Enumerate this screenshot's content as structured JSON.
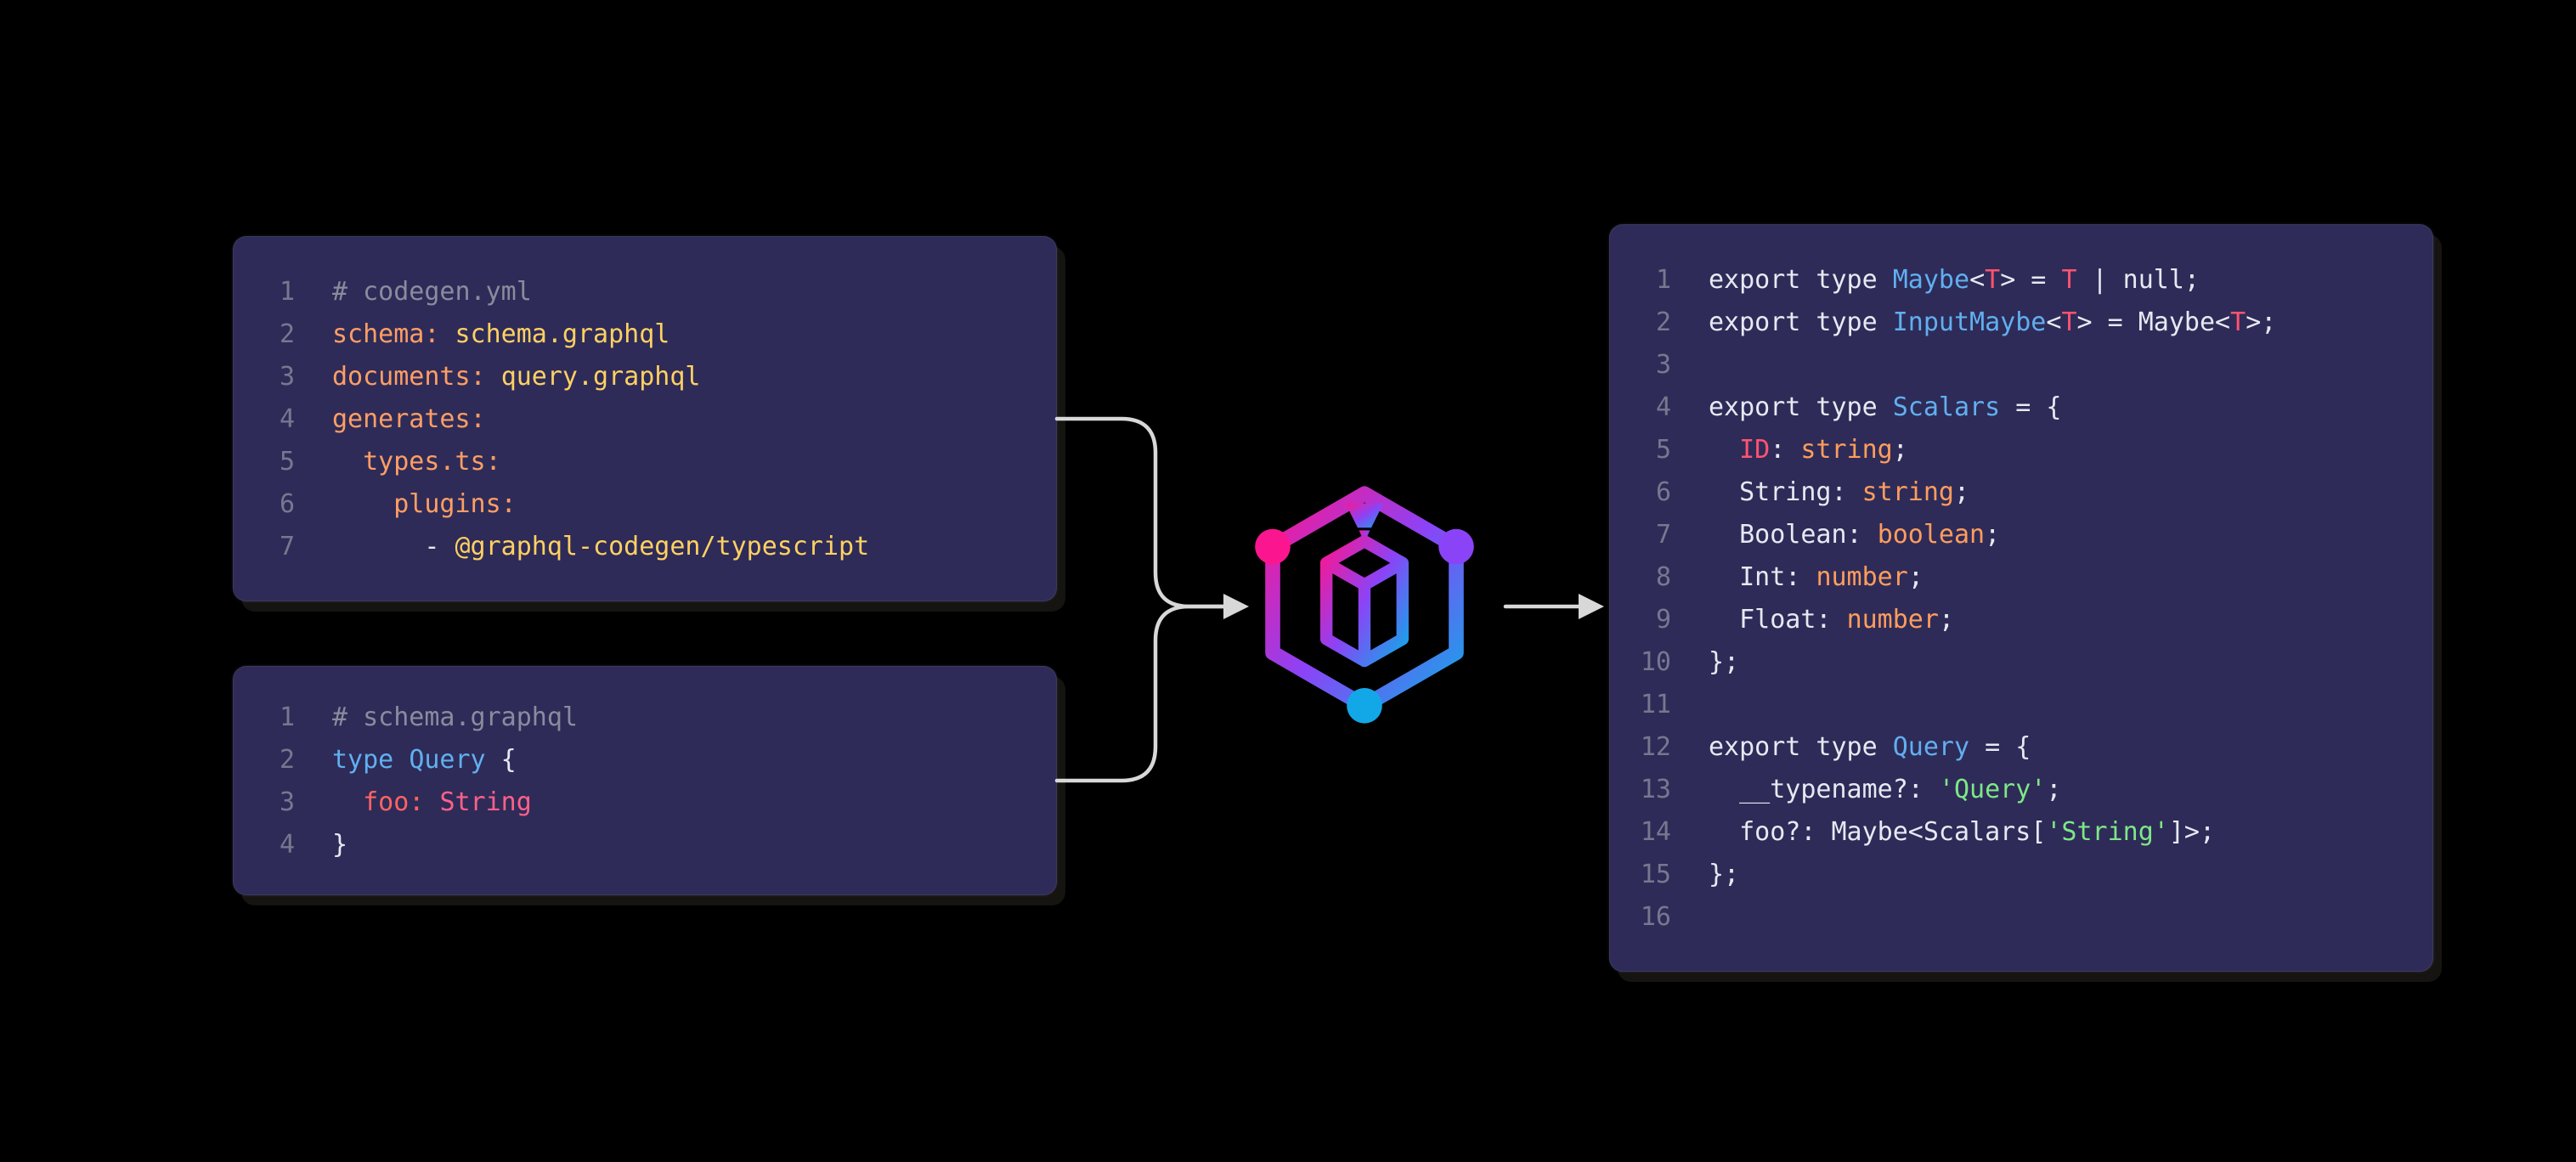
{
  "colors": {
    "page_bg": "#000000",
    "panel_bg": "#2e2b58",
    "arrow": "#d8d8d8",
    "logo_gradient": [
      "#fb1690",
      "#8b43f7",
      "#12a8e8"
    ],
    "tok": {
      "plain": "#e8e8f2",
      "comment": "#8b8b9e",
      "linenum": "#77778f",
      "key": "#ff9e64",
      "value": "#ffd162",
      "keyword": "#61afef",
      "typename": "#61afef",
      "generic": "#ff5370",
      "prop": "#ff6363",
      "pinktype": "#ff6188",
      "primitive": "#ff9d5c",
      "string": "#7ee787"
    }
  },
  "logo": {
    "icon": "graphql-codegen-logo"
  },
  "panels": {
    "codegen_yml": {
      "lines": [
        [
          {
            "t": "# codegen.yml",
            "c": "comment"
          }
        ],
        [
          {
            "t": "schema:",
            "c": "key"
          },
          {
            "t": " ",
            "c": "plain"
          },
          {
            "t": "schema.graphql",
            "c": "value"
          }
        ],
        [
          {
            "t": "documents:",
            "c": "key"
          },
          {
            "t": " ",
            "c": "plain"
          },
          {
            "t": "query.graphql",
            "c": "value"
          }
        ],
        [
          {
            "t": "generates:",
            "c": "key"
          }
        ],
        [
          {
            "t": "  ",
            "c": "plain"
          },
          {
            "t": "types.ts:",
            "c": "key"
          }
        ],
        [
          {
            "t": "    ",
            "c": "plain"
          },
          {
            "t": "plugins:",
            "c": "key"
          }
        ],
        [
          {
            "t": "      - ",
            "c": "plain"
          },
          {
            "t": "@graphql-codegen/typescript",
            "c": "value"
          }
        ]
      ]
    },
    "schema_graphql": {
      "lines": [
        [
          {
            "t": "# schema.graphql",
            "c": "comment"
          }
        ],
        [
          {
            "t": "type ",
            "c": "keyword"
          },
          {
            "t": "Query",
            "c": "typename"
          },
          {
            "t": " {",
            "c": "plain"
          }
        ],
        [
          {
            "t": "  ",
            "c": "plain"
          },
          {
            "t": "foo:",
            "c": "prop"
          },
          {
            "t": " ",
            "c": "plain"
          },
          {
            "t": "String",
            "c": "pinktype"
          }
        ],
        [
          {
            "t": "}",
            "c": "plain"
          }
        ]
      ]
    },
    "output_ts": {
      "lines": [
        [
          {
            "t": "export type ",
            "c": "plain"
          },
          {
            "t": "Maybe",
            "c": "typename"
          },
          {
            "t": "<",
            "c": "plain"
          },
          {
            "t": "T",
            "c": "generic"
          },
          {
            "t": "> = ",
            "c": "plain"
          },
          {
            "t": "T",
            "c": "generic"
          },
          {
            "t": " | null;",
            "c": "plain"
          }
        ],
        [
          {
            "t": "export type ",
            "c": "plain"
          },
          {
            "t": "InputMaybe",
            "c": "typename"
          },
          {
            "t": "<",
            "c": "plain"
          },
          {
            "t": "T",
            "c": "generic"
          },
          {
            "t": "> = Maybe<",
            "c": "plain"
          },
          {
            "t": "T",
            "c": "generic"
          },
          {
            "t": ">;",
            "c": "plain"
          }
        ],
        [],
        [
          {
            "t": "export type ",
            "c": "plain"
          },
          {
            "t": "Scalars",
            "c": "typename"
          },
          {
            "t": " = {",
            "c": "plain"
          }
        ],
        [
          {
            "t": "  ",
            "c": "plain"
          },
          {
            "t": "ID",
            "c": "generic"
          },
          {
            "t": ": ",
            "c": "plain"
          },
          {
            "t": "string",
            "c": "primitive"
          },
          {
            "t": ";",
            "c": "plain"
          }
        ],
        [
          {
            "t": "  String: ",
            "c": "plain"
          },
          {
            "t": "string",
            "c": "primitive"
          },
          {
            "t": ";",
            "c": "plain"
          }
        ],
        [
          {
            "t": "  Boolean: ",
            "c": "plain"
          },
          {
            "t": "boolean",
            "c": "primitive"
          },
          {
            "t": ";",
            "c": "plain"
          }
        ],
        [
          {
            "t": "  Int: ",
            "c": "plain"
          },
          {
            "t": "number",
            "c": "primitive"
          },
          {
            "t": ";",
            "c": "plain"
          }
        ],
        [
          {
            "t": "  Float: ",
            "c": "plain"
          },
          {
            "t": "number",
            "c": "primitive"
          },
          {
            "t": ";",
            "c": "plain"
          }
        ],
        [
          {
            "t": "};",
            "c": "plain"
          }
        ],
        [],
        [
          {
            "t": "export type ",
            "c": "plain"
          },
          {
            "t": "Query",
            "c": "typename"
          },
          {
            "t": " = {",
            "c": "plain"
          }
        ],
        [
          {
            "t": "  __typename?: ",
            "c": "plain"
          },
          {
            "t": "'Query'",
            "c": "string"
          },
          {
            "t": ";",
            "c": "plain"
          }
        ],
        [
          {
            "t": "  foo?: Maybe<Scalars[",
            "c": "plain"
          },
          {
            "t": "'String'",
            "c": "string"
          },
          {
            "t": "]>;",
            "c": "plain"
          }
        ],
        [
          {
            "t": "};",
            "c": "plain"
          }
        ],
        []
      ]
    }
  }
}
